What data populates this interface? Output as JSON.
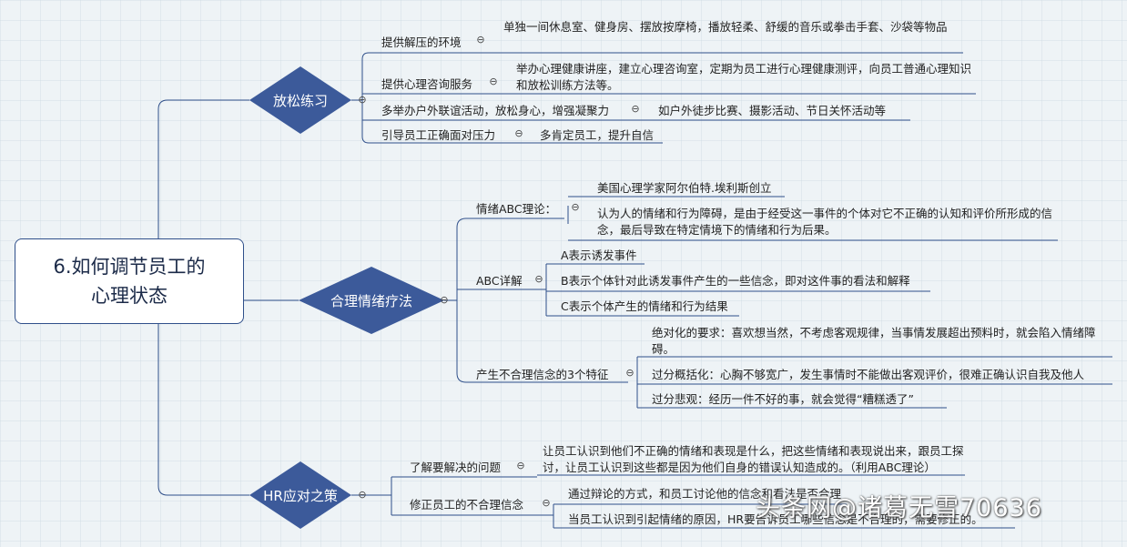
{
  "root": {
    "line1": "6.如何调节员工的",
    "line2": "心理状态"
  },
  "branches": {
    "relax": "放松练习",
    "rational": "合理情绪疗法",
    "hr": "HR应对之策"
  },
  "relax": {
    "env": "提供解压的环境",
    "env_detail": "单独一间休息室、健身房、摆放按摩椅，播放轻柔、舒缓的音乐或拳击手套、沙袋等物品",
    "consult": "提供心理咨询服务",
    "consult_detail": "举办心理健康讲座，建立心理咨询室，定期为员工进行心理健康测评，向员工普通心理知识和放松训练方法等。",
    "activity": "多举办户外联谊活动，放松身心，增强凝聚力",
    "activity_detail": "如户外徒步比赛、摄影活动、节日关怀活动等",
    "guide": "引导员工正确面对压力",
    "guide_detail": "多肯定员工，提升自信"
  },
  "rational": {
    "theory": "情绪ABC理论：",
    "founder": "美国心理学家阿尔伯特.埃利斯创立",
    "theory_desc": "认为人的情绪和行为障碍，是由于经受这一事件的个体对它不正确的认知和评价所形成的信念，最后导致在特定情境下的情绪和行为后果。",
    "abc": "ABC详解",
    "a": "A表示诱发事件",
    "b": "B表示个体针对此诱发事件产生的一些信念，即对这件事的看法和解释",
    "c": "C表示个体产生的情绪和行为结果",
    "irrational": "产生不合理信念的3个特征",
    "abs": "绝对化的要求：喜欢想当然，不考虑客观规律，当事情发展超出预料时，就会陷入情绪障碍。",
    "over": "过分概括化：心胸不够宽广，发生事情时不能做出客观评价，很难正确认识自我及他人",
    "pessim": "过分悲观：经历一件不好的事，就会觉得“糟糕透了”"
  },
  "hr": {
    "understand": "了解要解决的问题",
    "understand_detail": "让员工认识到他们不正确的情绪和表现是什么，把这些情绪和表现说出来，跟员工探讨，让员工认识到这些都是因为他们自身的错误认知造成的。（利用ABC理论）",
    "correct": "修正员工的不合理信念",
    "debate": "通过辩论的方式，和员工讨论他的信念和看法是否合理",
    "realize": "当员工认识到引起情绪的原因，HR要告诉员工哪些信念是不合理的，需要修正的。"
  },
  "collapse_symbol": "⊖",
  "watermark": "头条网@诸葛无雪70636",
  "colors": {
    "diamond": "#3c5a9a",
    "line": "#2f4f8a"
  }
}
